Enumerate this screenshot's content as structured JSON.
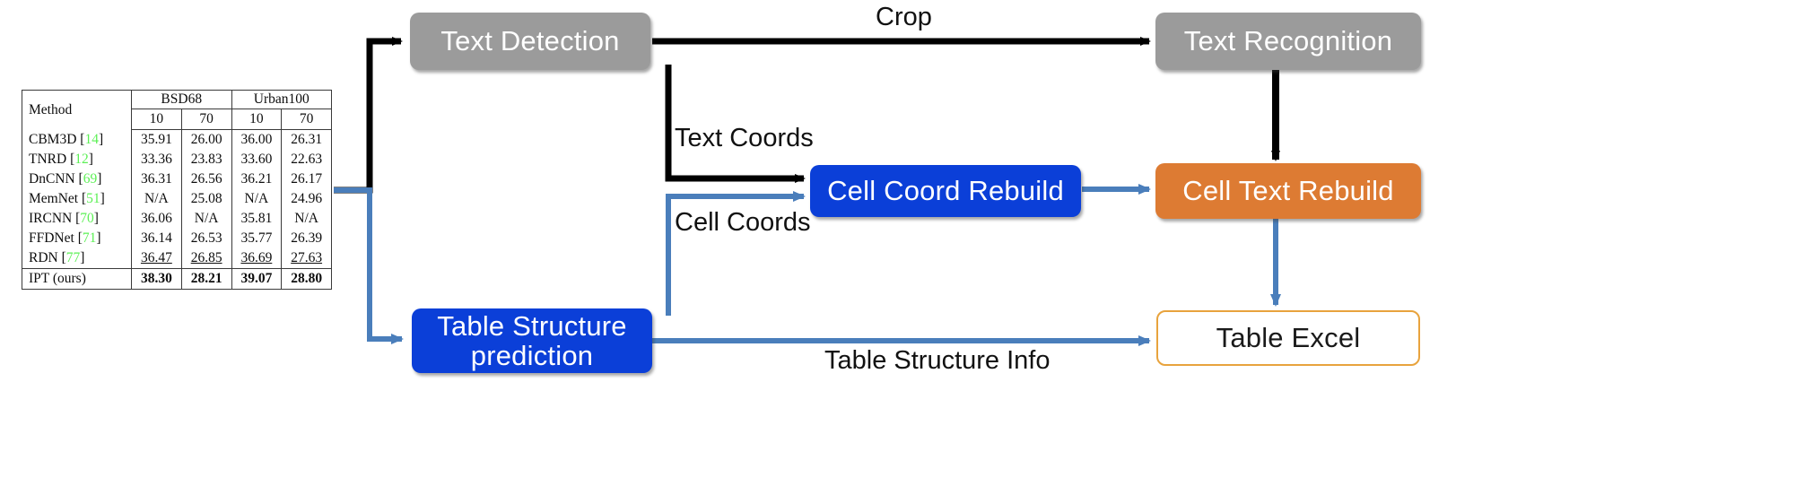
{
  "figure": {
    "title": "Table recognition pipeline diagram",
    "colors": {
      "gray_node": "#9b9b9b",
      "blue_node": "#0b3fd8",
      "orange_node": "#dd7b33",
      "outline_node_border": "#e8a33d",
      "black_arrow": "#000000",
      "blue_arrow": "#4a7ebb",
      "reference_green": "#5cf055"
    }
  },
  "nodes": {
    "text_detection": "Text Detection",
    "text_recognition": "Text Recognition",
    "cell_coord_rebuild": "Cell Coord Rebuild",
    "cell_text_rebuild": "Cell Text Rebuild",
    "table_structure_prediction_line1": "Table Structure",
    "table_structure_prediction_line2": "prediction",
    "table_excel": "Table Excel"
  },
  "edge_labels": {
    "crop": "Crop",
    "text_coords": "Text Coords",
    "cell_coords": "Cell Coords",
    "table_structure_info": "Table Structure Info"
  },
  "input_table": {
    "caption_method": "Method",
    "groups": [
      {
        "name": "BSD68",
        "subcols": [
          "10",
          "70"
        ]
      },
      {
        "name": "Urban100",
        "subcols": [
          "10",
          "70"
        ]
      }
    ],
    "rows": [
      {
        "method": "CBM3D",
        "ref": "14",
        "values": [
          "35.91",
          "26.00",
          "36.00",
          "26.31"
        ],
        "style": "normal"
      },
      {
        "method": "TNRD",
        "ref": "12",
        "values": [
          "33.36",
          "23.83",
          "33.60",
          "22.63"
        ],
        "style": "normal"
      },
      {
        "method": "DnCNN",
        "ref": "69",
        "values": [
          "36.31",
          "26.56",
          "36.21",
          "26.17"
        ],
        "style": "normal"
      },
      {
        "method": "MemNet",
        "ref": "51",
        "values": [
          "N/A",
          "25.08",
          "N/A",
          "24.96"
        ],
        "style": "normal"
      },
      {
        "method": "IRCNN",
        "ref": "70",
        "values": [
          "36.06",
          "N/A",
          "35.81",
          "N/A"
        ],
        "style": "normal"
      },
      {
        "method": "FFDNet",
        "ref": "71",
        "values": [
          "36.14",
          "26.53",
          "35.77",
          "26.39"
        ],
        "style": "normal"
      },
      {
        "method": "RDN",
        "ref": "77",
        "values": [
          "36.47",
          "26.85",
          "36.69",
          "27.63"
        ],
        "style": "underline"
      },
      {
        "method": "IPT (ours)",
        "ref": "",
        "values": [
          "38.30",
          "28.21",
          "39.07",
          "28.80"
        ],
        "style": "bold"
      }
    ]
  }
}
